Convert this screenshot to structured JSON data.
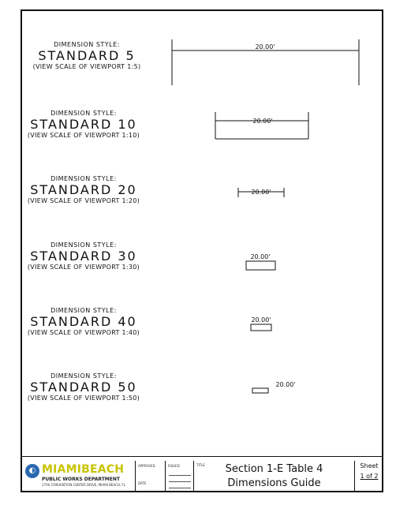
{
  "sections": [
    {
      "heading": "DIMENSION STYLE:",
      "style": "STANDARD 5",
      "scale": "(VIEW SCALE OF VIEWPORT 1:5)",
      "dim_text": "20.00'"
    },
    {
      "heading": "DIMENSION STYLE:",
      "style": "STANDARD 10",
      "scale": "(VIEW SCALE OF VIEWPORT 1:10)",
      "dim_text": "20.00'"
    },
    {
      "heading": "DIMENSION STYLE:",
      "style": "STANDARD 20",
      "scale": "(VIEW SCALE OF VIEWPORT 1:20)",
      "dim_text": "20.00'"
    },
    {
      "heading": "DIMENSION STYLE:",
      "style": "STANDARD 30",
      "scale": "(VIEW SCALE OF VIEWPORT 1:30)",
      "dim_text": "20.00'"
    },
    {
      "heading": "DIMENSION STYLE:",
      "style": "STANDARD 40",
      "scale": "(VIEW SCALE OF VIEWPORT 1:40)",
      "dim_text": "20.00'"
    },
    {
      "heading": "DIMENSION STYLE:",
      "style": "STANDARD 50",
      "scale": "(VIEW SCALE OF VIEWPORT 1:50)",
      "dim_text": "20.00'"
    }
  ],
  "title_block": {
    "logo_icon": "miami-beach-logo-icon",
    "logo_text": "MIAMIBEACH",
    "department": "PUBLIC WORKS DEPARTMENT",
    "address": "1700 CONVENTION CENTER DRIVE, MIAMI BEACH, FL",
    "approved_label": "APPROVED",
    "issued_label": "ISSUED",
    "date_label": "DATE",
    "title_label": "TITLE",
    "title_line1": "Section 1-E Table 4",
    "title_line2": "Dimensions Guide",
    "sheet_label": "Sheet",
    "sheet_number": "1 of 2"
  },
  "colors": {
    "logo_blue": "#2b68b0",
    "logo_yellow": "#c8c400",
    "ink": "#111111"
  }
}
